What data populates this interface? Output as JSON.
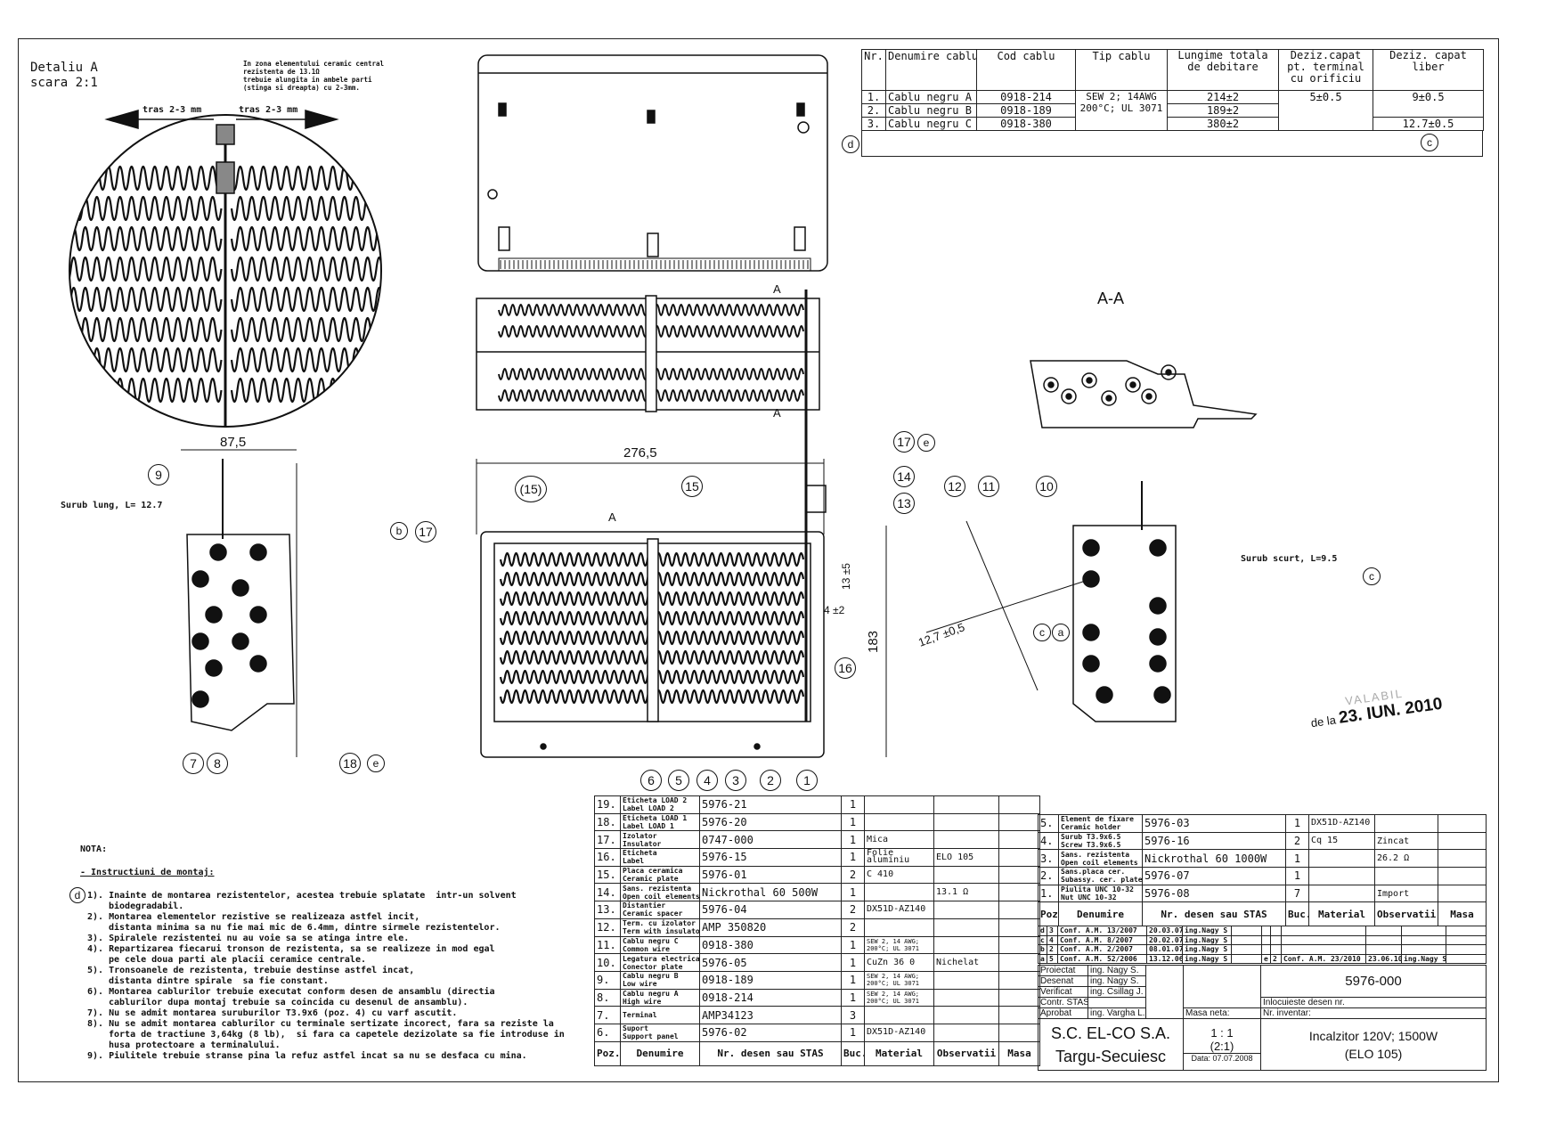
{
  "detail_a": {
    "title": "Detaliu A",
    "scale": "scara 2:1",
    "note": [
      "In zona elementului ceramic central",
      "rezistenta de 13.1Ω",
      "trebuie alungita in ambele parti",
      "(stinga si dreapta) cu 2-3mm."
    ],
    "pull_left": "tras 2-3 mm",
    "pull_right": "tras 2-3 mm"
  },
  "section_label": "A-A",
  "cut_marks": [
    "A",
    "A",
    "A"
  ],
  "dimensions": {
    "width_side": "87,5",
    "width_front": "276,5",
    "height": "183",
    "d13": "13 ±5",
    "d4": "4 ±2",
    "d127": "12,7 ±0,5",
    "long_screw": "Surub lung, L= 12.7",
    "short_screw": "Surub scurt, L=9.5"
  },
  "balloons": [
    "1",
    "2",
    "3",
    "4",
    "5",
    "6",
    "7",
    "8",
    "9",
    "10",
    "11",
    "12",
    "13",
    "14",
    "15",
    "(15)",
    "16",
    "17",
    "17",
    "18"
  ],
  "rev_marks": [
    "a",
    "b",
    "c",
    "d",
    "e"
  ],
  "cable_table": {
    "headers": [
      "Nr.",
      "Denumire cablu",
      "Cod cablu",
      "Tip cablu",
      "Lungime totala de debitare",
      "Deziz.capat pt. terminal cu orificiu",
      "Deziz. capat liber"
    ],
    "rows": [
      {
        "nr": "1.",
        "name": "Cablu negru A",
        "code": "0918-214",
        "length": "214±2",
        "liber": "9±0.5"
      },
      {
        "nr": "2.",
        "name": "Cablu negru B",
        "code": "0918-189",
        "length": "189±2"
      },
      {
        "nr": "3.",
        "name": "Cablu negru C",
        "code": "0918-380",
        "length": "380±2",
        "liber": "12.7±0.5"
      }
    ],
    "type": [
      "SEW 2; 14AWG",
      "200°C; UL 3071"
    ],
    "terminal": "5±0.5"
  },
  "parts_headers": [
    "Poz.",
    "Denumire",
    "Nr. desen sau STAS",
    "Buc.",
    "Material",
    "Observatii",
    "Masa"
  ],
  "parts_left": [
    {
      "poz": "19.",
      "ro": "Eticheta LOAD 2",
      "en": "Label LOAD 2",
      "nr": "5976-21",
      "buc": "1",
      "mat": "",
      "obs": ""
    },
    {
      "poz": "18.",
      "ro": "Eticheta LOAD 1",
      "en": "Label LOAD 1",
      "nr": "5976-20",
      "buc": "1",
      "mat": "",
      "obs": ""
    },
    {
      "poz": "17.",
      "ro": "Izolator",
      "en": "Insulator",
      "nr": "0747-000",
      "buc": "1",
      "mat": "Mica",
      "obs": ""
    },
    {
      "poz": "16.",
      "ro": "Eticheta",
      "en": "Label",
      "nr": "5976-15",
      "buc": "1",
      "mat": "Folie aluminiu",
      "obs": "ELO 105"
    },
    {
      "poz": "15.",
      "ro": "Placa ceramica",
      "en": "Ceramic plate",
      "nr": "5976-01",
      "buc": "2",
      "mat": "C 410",
      "obs": ""
    },
    {
      "poz": "14.",
      "ro": "Sans. rezistenta",
      "en": "Open coil elements",
      "nr": "Nickrothal 60 500W",
      "buc": "1",
      "mat": "",
      "obs": "13.1 Ω"
    },
    {
      "poz": "13.",
      "ro": "Distantier",
      "en": "Ceramic spacer",
      "nr": "5976-04",
      "buc": "2",
      "mat": "DX51D-AZ140",
      "obs": ""
    },
    {
      "poz": "12.",
      "ro": "Term. cu izolator",
      "en": "Term with insulator",
      "nr": "AMP 350820",
      "buc": "2",
      "mat": "",
      "obs": ""
    },
    {
      "poz": "11.",
      "ro": "Cablu negru C",
      "en": "Common wire",
      "nr": "0918-380",
      "buc": "1",
      "mat": "SEW 2, 14 AWG; 200°C; UL 3071",
      "obs": ""
    },
    {
      "poz": "10.",
      "ro": "Legatura electrica",
      "en": "Conector plate",
      "nr": "5976-05",
      "buc": "1",
      "mat": "CuZn 36 0",
      "obs": "Nichelat"
    },
    {
      "poz": "9.",
      "ro": "Cablu negru B",
      "en": "Low wire",
      "nr": "0918-189",
      "buc": "1",
      "mat": "SEW 2, 14 AWG; 200°C; UL 3071",
      "obs": ""
    },
    {
      "poz": "8.",
      "ro": "Cablu negru A",
      "en": "High wire",
      "nr": "0918-214",
      "buc": "1",
      "mat": "SEW 2, 14 AWG; 200°C; UL 3071",
      "obs": ""
    },
    {
      "poz": "7.",
      "ro": "Terminal",
      "en": "",
      "nr": "AMP34123",
      "buc": "3",
      "mat": "",
      "obs": ""
    },
    {
      "poz": "6.",
      "ro": "Suport",
      "en": "Support panel",
      "nr": "5976-02",
      "buc": "1",
      "mat": "DX51D-AZ140",
      "obs": ""
    }
  ],
  "parts_right": [
    {
      "poz": "5.",
      "ro": "Element de fixare",
      "en": "Ceramic holder",
      "nr": "5976-03",
      "buc": "1",
      "mat": "DX51D-AZ140",
      "obs": ""
    },
    {
      "poz": "4.",
      "ro": "Surub T3.9x6.5",
      "en": "Screw T3.9x6.5",
      "nr": "5976-16",
      "buc": "2",
      "mat": "Cq 15",
      "obs": "Zincat"
    },
    {
      "poz": "3.",
      "ro": "Sans. rezistenta",
      "en": "Open coil elements",
      "nr": "Nickrothal 60 1000W",
      "buc": "1",
      "mat": "",
      "obs": "26.2 Ω"
    },
    {
      "poz": "2.",
      "ro": "Sans.placa cer.",
      "en": "Subassy. cer. plate",
      "nr": "5976-07",
      "buc": "1",
      "mat": "",
      "obs": ""
    },
    {
      "poz": "1.",
      "ro": "Piulita UNC 10-32",
      "en": "Nut UNC 10-32",
      "nr": "5976-08",
      "buc": "7",
      "mat": "",
      "obs": "Import"
    }
  ],
  "revisions": [
    {
      "mark": "d",
      "n": "3",
      "text": "Conf. A.M. 13/2007",
      "date": "20.03.07",
      "by": "ing.Nagy S"
    },
    {
      "mark": "c",
      "n": "4",
      "text": "Conf. A.M. 8/2007",
      "date": "20.02.07",
      "by": "ing.Nagy S"
    },
    {
      "mark": "b",
      "n": "2",
      "text": "Conf. A.M. 2/2007",
      "date": "08.01.07",
      "by": "ing.Nagy S"
    },
    {
      "mark": "a",
      "n": "5",
      "text": "Conf. A.M. 52/2006",
      "date": "13.12.06",
      "by": "ing.Nagy S"
    },
    {
      "mark": "e",
      "n": "2",
      "text": "Conf. A.M. 23/2010",
      "date": "23.06.10",
      "by": "ing.Nagy S"
    }
  ],
  "title_block": {
    "roles": [
      {
        "role": "Proiectat",
        "name": "ing. Nagy S."
      },
      {
        "role": "Desenat",
        "name": "ing. Nagy S."
      },
      {
        "role": "Verificat",
        "name": "ing. Csillag J."
      },
      {
        "role": "Contr. STAS",
        "name": ""
      },
      {
        "role": "Aprobat",
        "name": "ing. Vargha L."
      }
    ],
    "masa_neta": "Masa neta:",
    "drawing_no": "5976-000",
    "replaces": "Inlocuieste desen nr.",
    "inventory": "Nr. inventar:",
    "company": "S.C. EL-CO S.A.",
    "city": "Targu-Secuiesc",
    "scale": "1 : 1",
    "scale2": "(2:1)",
    "date": "Data: 07.07.2008",
    "title": "Incalzitor 120V; 1500W",
    "model": "(ELO 105)"
  },
  "stamp": {
    "line1": "VALABIL",
    "line2": "de la",
    "date": "23. IUN. 2010"
  },
  "notes": {
    "heading": "NOTA:",
    "subheading": "- Instructiuni de montaj:",
    "items": [
      "1). Inainte de montarea rezistentelor, acestea trebuie splatate  intr-un solvent\nbiodegradabil.",
      "2). Montarea elementelor rezistive se realizeaza astfel incit,\ndistanta minima sa nu fie mai mic de 6.4mm, dintre sirmele rezistentelor.",
      "3). Spiralele rezistentei nu au voie sa se atinga intre ele.",
      "4). Repartizarea fiecarui tronson de rezistenta, sa se realizeze in mod egal\npe cele doua parti ale placii ceramice centrale.",
      "5). Tronsoanele de rezistenta, trebuie destinse astfel incat,\ndistanta dintre spirale  sa fie constant.",
      "6). Montarea cablurilor trebuie executat conform desen de ansamblu (directia\ncablurilor dupa montaj trebuie sa coincida cu desenul de ansamblu).",
      "7). Nu se admit montarea suruburilor T3.9x6 (poz. 4) cu varf ascutit.",
      "8). Nu se admit montarea cablurilor cu terminale sertizate incorect, fara sa reziste la\nforta de tractiune 3,64kg (8 lb),  si fara ca capetele dezizolate sa fie introduse in\nhusa protectoare a terminalului.",
      "9). Piulitele trebuie stranse pina la refuz astfel incat sa nu se desfaca cu mina."
    ]
  }
}
